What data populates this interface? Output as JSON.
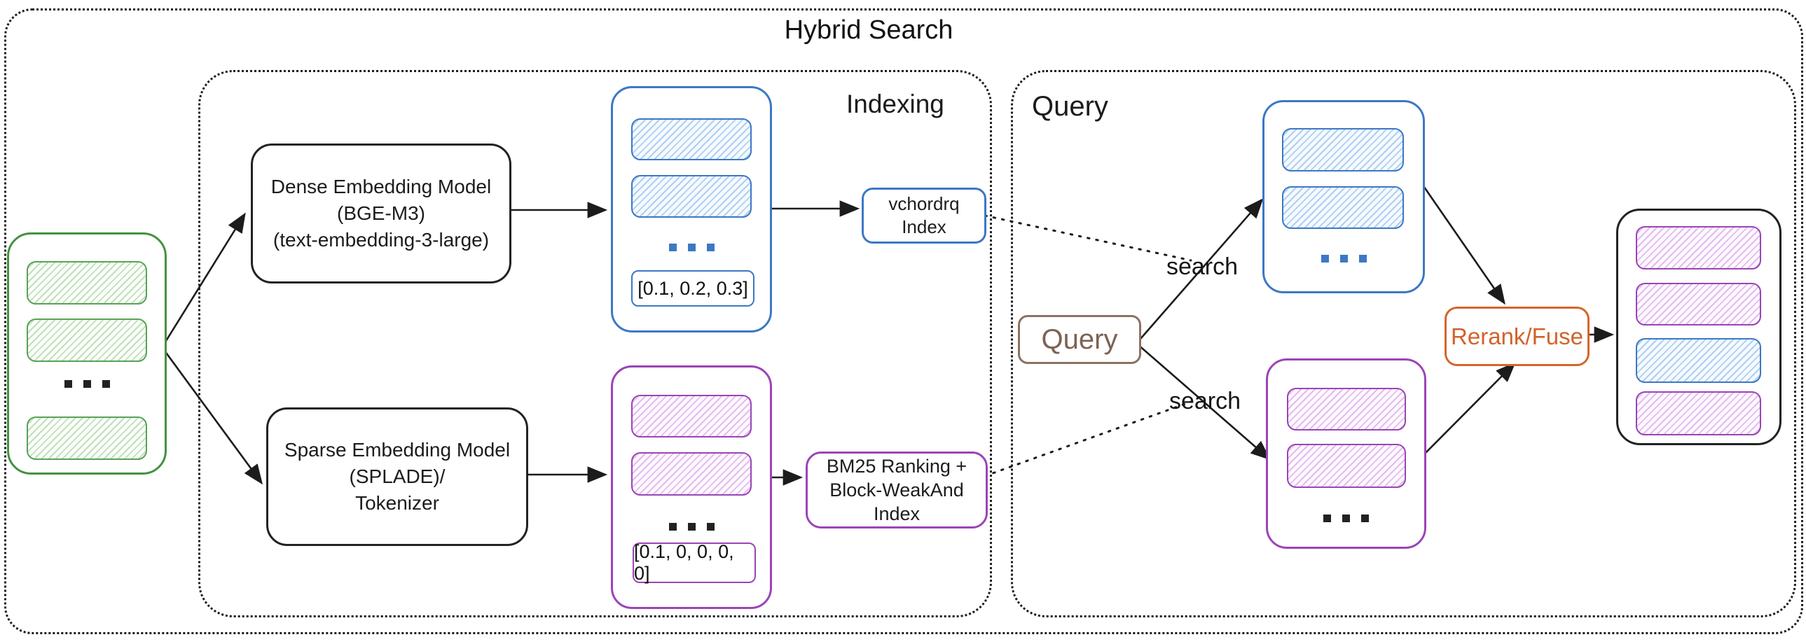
{
  "title": "Hybrid Search",
  "panels": {
    "indexing": {
      "label": "Indexing"
    },
    "query": {
      "label": "Query"
    }
  },
  "source_stack": {
    "ellipsis": "..."
  },
  "dense_model": {
    "line1": "Dense Embedding Model",
    "line2": "(BGE-M3)",
    "line3": "(text-embedding-3-large)"
  },
  "sparse_model": {
    "line1": "Sparse Embedding Model",
    "line2": "(SPLADE)/",
    "line3": "Tokenizer"
  },
  "dense_vectors": {
    "ellipsis": "...",
    "sample_vector": "[0.1, 0.2, 0.3]"
  },
  "sparse_vectors": {
    "ellipsis": "...",
    "sample_vector": "[0.1, 0, 0, 0, 0]"
  },
  "dense_index": {
    "line1": "vchordrq",
    "line2": "Index"
  },
  "sparse_index": {
    "line1": "BM25 Ranking +",
    "line2": "Block-WeakAnd Index"
  },
  "query_flow": {
    "query_label": "Query",
    "search_label_dense": "search",
    "search_label_sparse": "search",
    "dense_results_ellipsis": "...",
    "sparse_results_ellipsis": "...",
    "rerank_label": "Rerank/Fuse"
  },
  "result_stack": {
    "bar_colors": [
      "purple",
      "purple",
      "blue",
      "purple"
    ]
  },
  "colors": {
    "green": "#44923f",
    "blue": "#3c78c4",
    "purple": "#9b44b6",
    "orange": "#d2622a",
    "brown": "#8b7263",
    "ink": "#1c1c1c"
  }
}
